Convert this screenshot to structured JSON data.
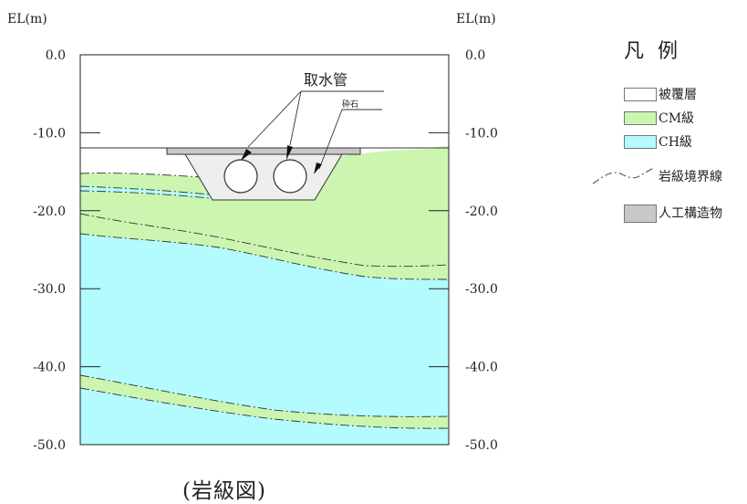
{
  "diagram": {
    "axis_unit_left": "EL(m)",
    "axis_unit_right": "EL(m)",
    "elevation_ticks": [
      "0.0",
      "-10.0",
      "-20.0",
      "-30.0",
      "-40.0",
      "-50.0"
    ],
    "labels": {
      "intake_pipe": "取水管",
      "crushed_stone": "砕石"
    },
    "legend": {
      "title": "凡 例",
      "items": [
        {
          "label": "被覆層",
          "color": "#ffffff"
        },
        {
          "label": "CM級",
          "color": "#ccf5b0"
        },
        {
          "label": "CH級",
          "color": "#b3fbff"
        },
        {
          "label": "岩級境界線",
          "color": "#333333"
        },
        {
          "label": "人工構造物",
          "color": "#c8c8c8"
        }
      ]
    },
    "caption": "(岩級図)"
  }
}
